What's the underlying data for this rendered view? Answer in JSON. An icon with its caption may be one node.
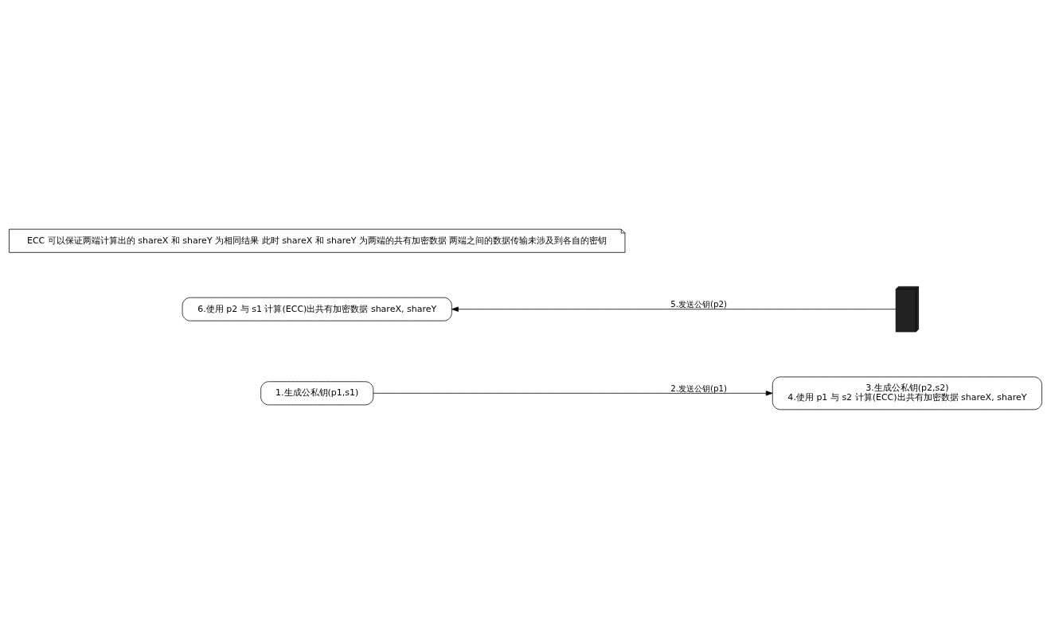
{
  "diagram": {
    "nodes": [
      {
        "text": [
          "1.生成公私钥(p1,s1)"
        ]
      },
      {
        "text": [
          "3.生成公私钥(p2,s2)",
          "4.使用 p1 与 s2 计算(ECC)出共有加密数据 shareX, shareY"
        ]
      },
      {
        "text": [
          "6.使用 p2 与 s1 计算(ECC)出共有加密数据 shareX, shareY"
        ]
      },
      {
        "text": [],
        "shape": "server"
      },
      {
        "text": [
          "ECC 可以保证两端计算出的 shareX 和 shareY 为相同结果 此时 shareX 和 shareY 为两端的共有加密数据 两端之间的数据传输未涉及到各自的密钥"
        ]
      }
    ],
    "edges": [
      {
        "from": 0,
        "to": 1,
        "arrow": "to",
        "label": "2.发送公钥(p1)"
      },
      {
        "from": 3,
        "to": 2,
        "arrow": "to",
        "label": "5.发送公钥(p2)"
      }
    ]
  }
}
